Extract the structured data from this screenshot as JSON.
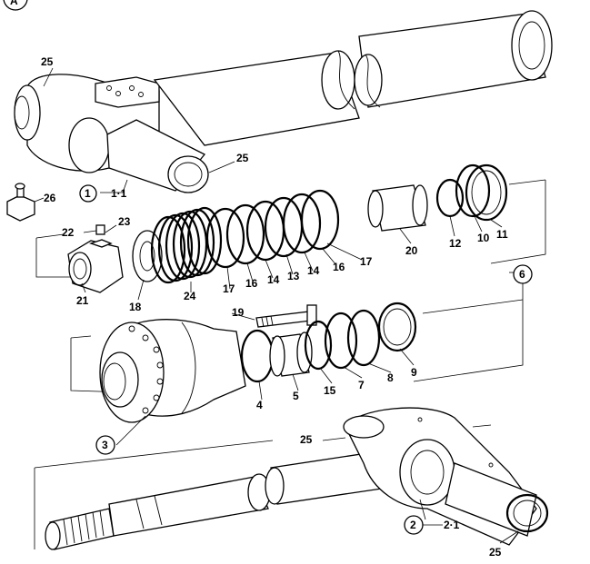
{
  "diagram": {
    "corner_label": "A",
    "callouts": [
      {
        "id": "25a",
        "text": "25"
      },
      {
        "id": "25b",
        "text": "25"
      },
      {
        "id": "25c",
        "text": "25"
      },
      {
        "id": "25d",
        "text": "25"
      },
      {
        "id": "26",
        "text": "26"
      },
      {
        "id": "1",
        "text": "1"
      },
      {
        "id": "1-1",
        "text": "1·1"
      },
      {
        "id": "22",
        "text": "22"
      },
      {
        "id": "23",
        "text": "23"
      },
      {
        "id": "21",
        "text": "21"
      },
      {
        "id": "18",
        "text": "18"
      },
      {
        "id": "24",
        "text": "24"
      },
      {
        "id": "17a",
        "text": "17"
      },
      {
        "id": "16a",
        "text": "16"
      },
      {
        "id": "14a",
        "text": "14"
      },
      {
        "id": "13",
        "text": "13"
      },
      {
        "id": "14b",
        "text": "14"
      },
      {
        "id": "16b",
        "text": "16"
      },
      {
        "id": "17b",
        "text": "17"
      },
      {
        "id": "20",
        "text": "20"
      },
      {
        "id": "12",
        "text": "12"
      },
      {
        "id": "10",
        "text": "10"
      },
      {
        "id": "11",
        "text": "11"
      },
      {
        "id": "6",
        "text": "6"
      },
      {
        "id": "19",
        "text": "19"
      },
      {
        "id": "4",
        "text": "4"
      },
      {
        "id": "5",
        "text": "5"
      },
      {
        "id": "15",
        "text": "15"
      },
      {
        "id": "7",
        "text": "7"
      },
      {
        "id": "8",
        "text": "8"
      },
      {
        "id": "9",
        "text": "9"
      },
      {
        "id": "3",
        "text": "3"
      },
      {
        "id": "2",
        "text": "2"
      },
      {
        "id": "2-1",
        "text": "2·1"
      }
    ]
  }
}
